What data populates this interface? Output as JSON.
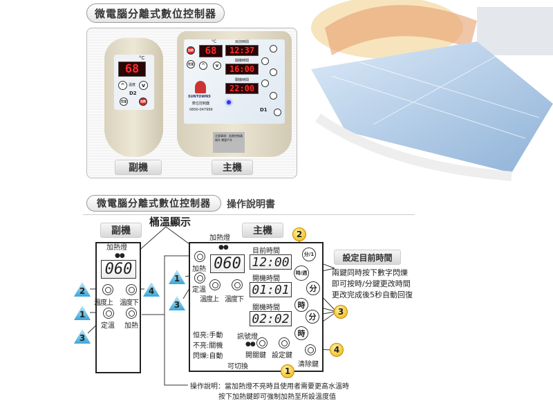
{
  "top_title": "微電腦分離式數位控制器",
  "product": {
    "remote": {
      "temp": "68",
      "unit": "°C",
      "model": "D2",
      "label": "副機",
      "btn_mid": "溫度",
      "btn_left": "定溫",
      "btn_right": "加熱"
    },
    "main": {
      "temp": "68",
      "unit": "°C",
      "current_time_label": "目前時間",
      "current_time": "12:37",
      "on_time_label": "開機時間",
      "on_time": "16:00",
      "off_time_label": "關機時間",
      "off_time": "22:00",
      "brand": "SUNTOWNS",
      "product_name": "數位控制器",
      "phone": "0800-047999",
      "model": "D1",
      "label": "主機",
      "notice": "注意事項：若熱控制器操作 需要戶外",
      "btn_heat": "加熱",
      "btn_set": "定溫"
    }
  },
  "manual_title": "微電腦分離式數位控制器",
  "manual_suffix": "操作說明書",
  "diagram": {
    "tank_temp_label": "桶溫顯示",
    "sub": {
      "label": "副機",
      "lamp": "加熱燈",
      "display": "060",
      "btn_up": "溫度上",
      "btn_down": "溫度下",
      "btn_set": "定溫",
      "btn_heat": "加熱"
    },
    "main": {
      "label": "主機",
      "lamp": "加熱燈",
      "display": "060",
      "btn_heat": "加熱",
      "btn_set": "定溫",
      "btn_up": "溫度上",
      "btn_down": "溫度下",
      "current_time_label": "目前時間",
      "current_time": "12:00",
      "on_time_label": "開機時間",
      "on_time": "01:01",
      "off_time_label": "關機時間",
      "off_time": "02:02",
      "key_min_1": "分/1",
      "key_hour_week": "時/週",
      "key_min": "分",
      "key_hour": "時",
      "clear_key": "清除鍵",
      "mode_on": "恒亮:手動",
      "mode_off": "不亮:關機",
      "mode_blink": "閃爍:自動",
      "signal_lamp": "訊號燈",
      "power_key": "開關鍵",
      "set_key": "設定鍵",
      "switchable": "可切換"
    },
    "set_time": {
      "title": "設定目前時間",
      "lines": [
        "兩鍵同時按下數字閃爍",
        "即可按時/分鍵更改時間",
        "更改完成後5秒自動回復"
      ]
    },
    "note": [
      "操作說明：當加熱燈不亮時且使用者需要更高水溫時",
      "按下加熱鍵即可強制加熱至所設溫度值"
    ],
    "badges": {
      "b1": "1",
      "b2": "2",
      "b3": "3",
      "b4": "4"
    }
  }
}
